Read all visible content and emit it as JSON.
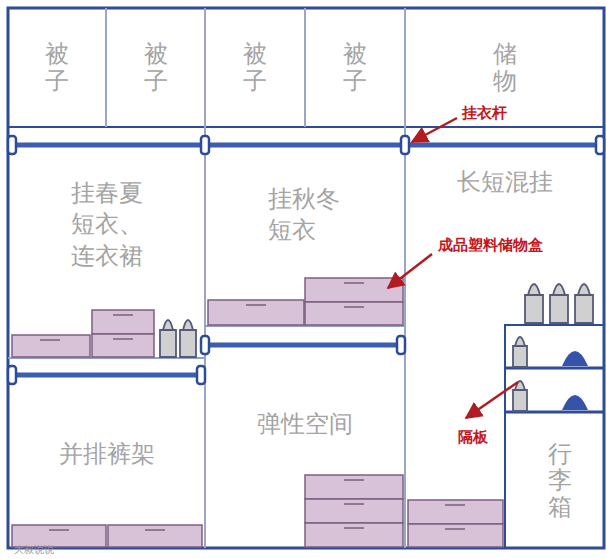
{
  "diagram": {
    "nodes": [
      {
        "text": [
          "被子"
        ]
      },
      {
        "text": [
          "被子"
        ]
      },
      {
        "text": [
          "被子"
        ]
      },
      {
        "text": [
          "被子"
        ]
      },
      {
        "text": [
          "储物"
        ]
      },
      {
        "text": [
          "挂春夏短衣、连衣裙"
        ]
      },
      {
        "text": [
          "挂秋冬短衣"
        ]
      },
      {
        "text": [
          "长短混挂"
        ]
      },
      {
        "text": [
          "并排裤架"
        ]
      },
      {
        "text": [
          "弹性空间"
        ]
      },
      {
        "text": [
          "行李箱"
        ]
      }
    ],
    "edges": [],
    "labels": [
      "挂衣杆",
      "成品塑料储物盒",
      "隔板",
      "大叔说说"
    ]
  }
}
